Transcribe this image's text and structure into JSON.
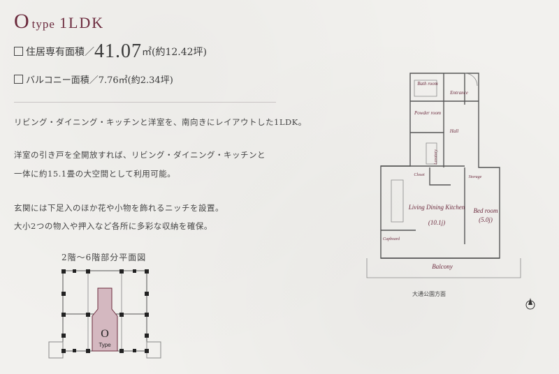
{
  "title": {
    "big": "O",
    "small": "type",
    "ldk": "1LDK"
  },
  "area": {
    "living_label": "住居専有面積／",
    "living_value": "41.07",
    "living_unit": "㎡(約12.42坪)",
    "balcony_text": "バルコニー面積／7.76㎡(約2.34坪)"
  },
  "description": [
    "リビング・ダイニング・キッチンと洋室を、南向きにレイアウトした1LDK。",
    "洋室の引き戸を全開放すれば、リビング・ダイニング・キッチンと",
    "一体に約15.1畳の大空間として利用可能。",
    "玄関には下足入のほか花や小物を飾れるニッチを設置。",
    "大小2つの物入や押入など各所に多彩な収納を確保。"
  ],
  "key_plan": {
    "caption": "2階～6階部分平面図",
    "unit_letter": "O",
    "unit_type": "Type"
  },
  "floor_plan": {
    "bath": "Bath room",
    "entrance": "Entrance",
    "powder": "Powder room",
    "hall": "Hall",
    "lavatory": "Lavatory",
    "closet": "Closet",
    "storage": "Storage",
    "ldk": "Living Dining Kitchen",
    "ldk_size": "(10.1j)",
    "bedroom": "Bed room",
    "bedroom_size": "(5.0j)",
    "cupboard": "Cupboard",
    "balcony": "Balcony",
    "direction": "大通公園方面"
  },
  "colors": {
    "accent": "#6b2a3d",
    "text": "#3a3a3a",
    "highlight": "#d4b8c0"
  }
}
